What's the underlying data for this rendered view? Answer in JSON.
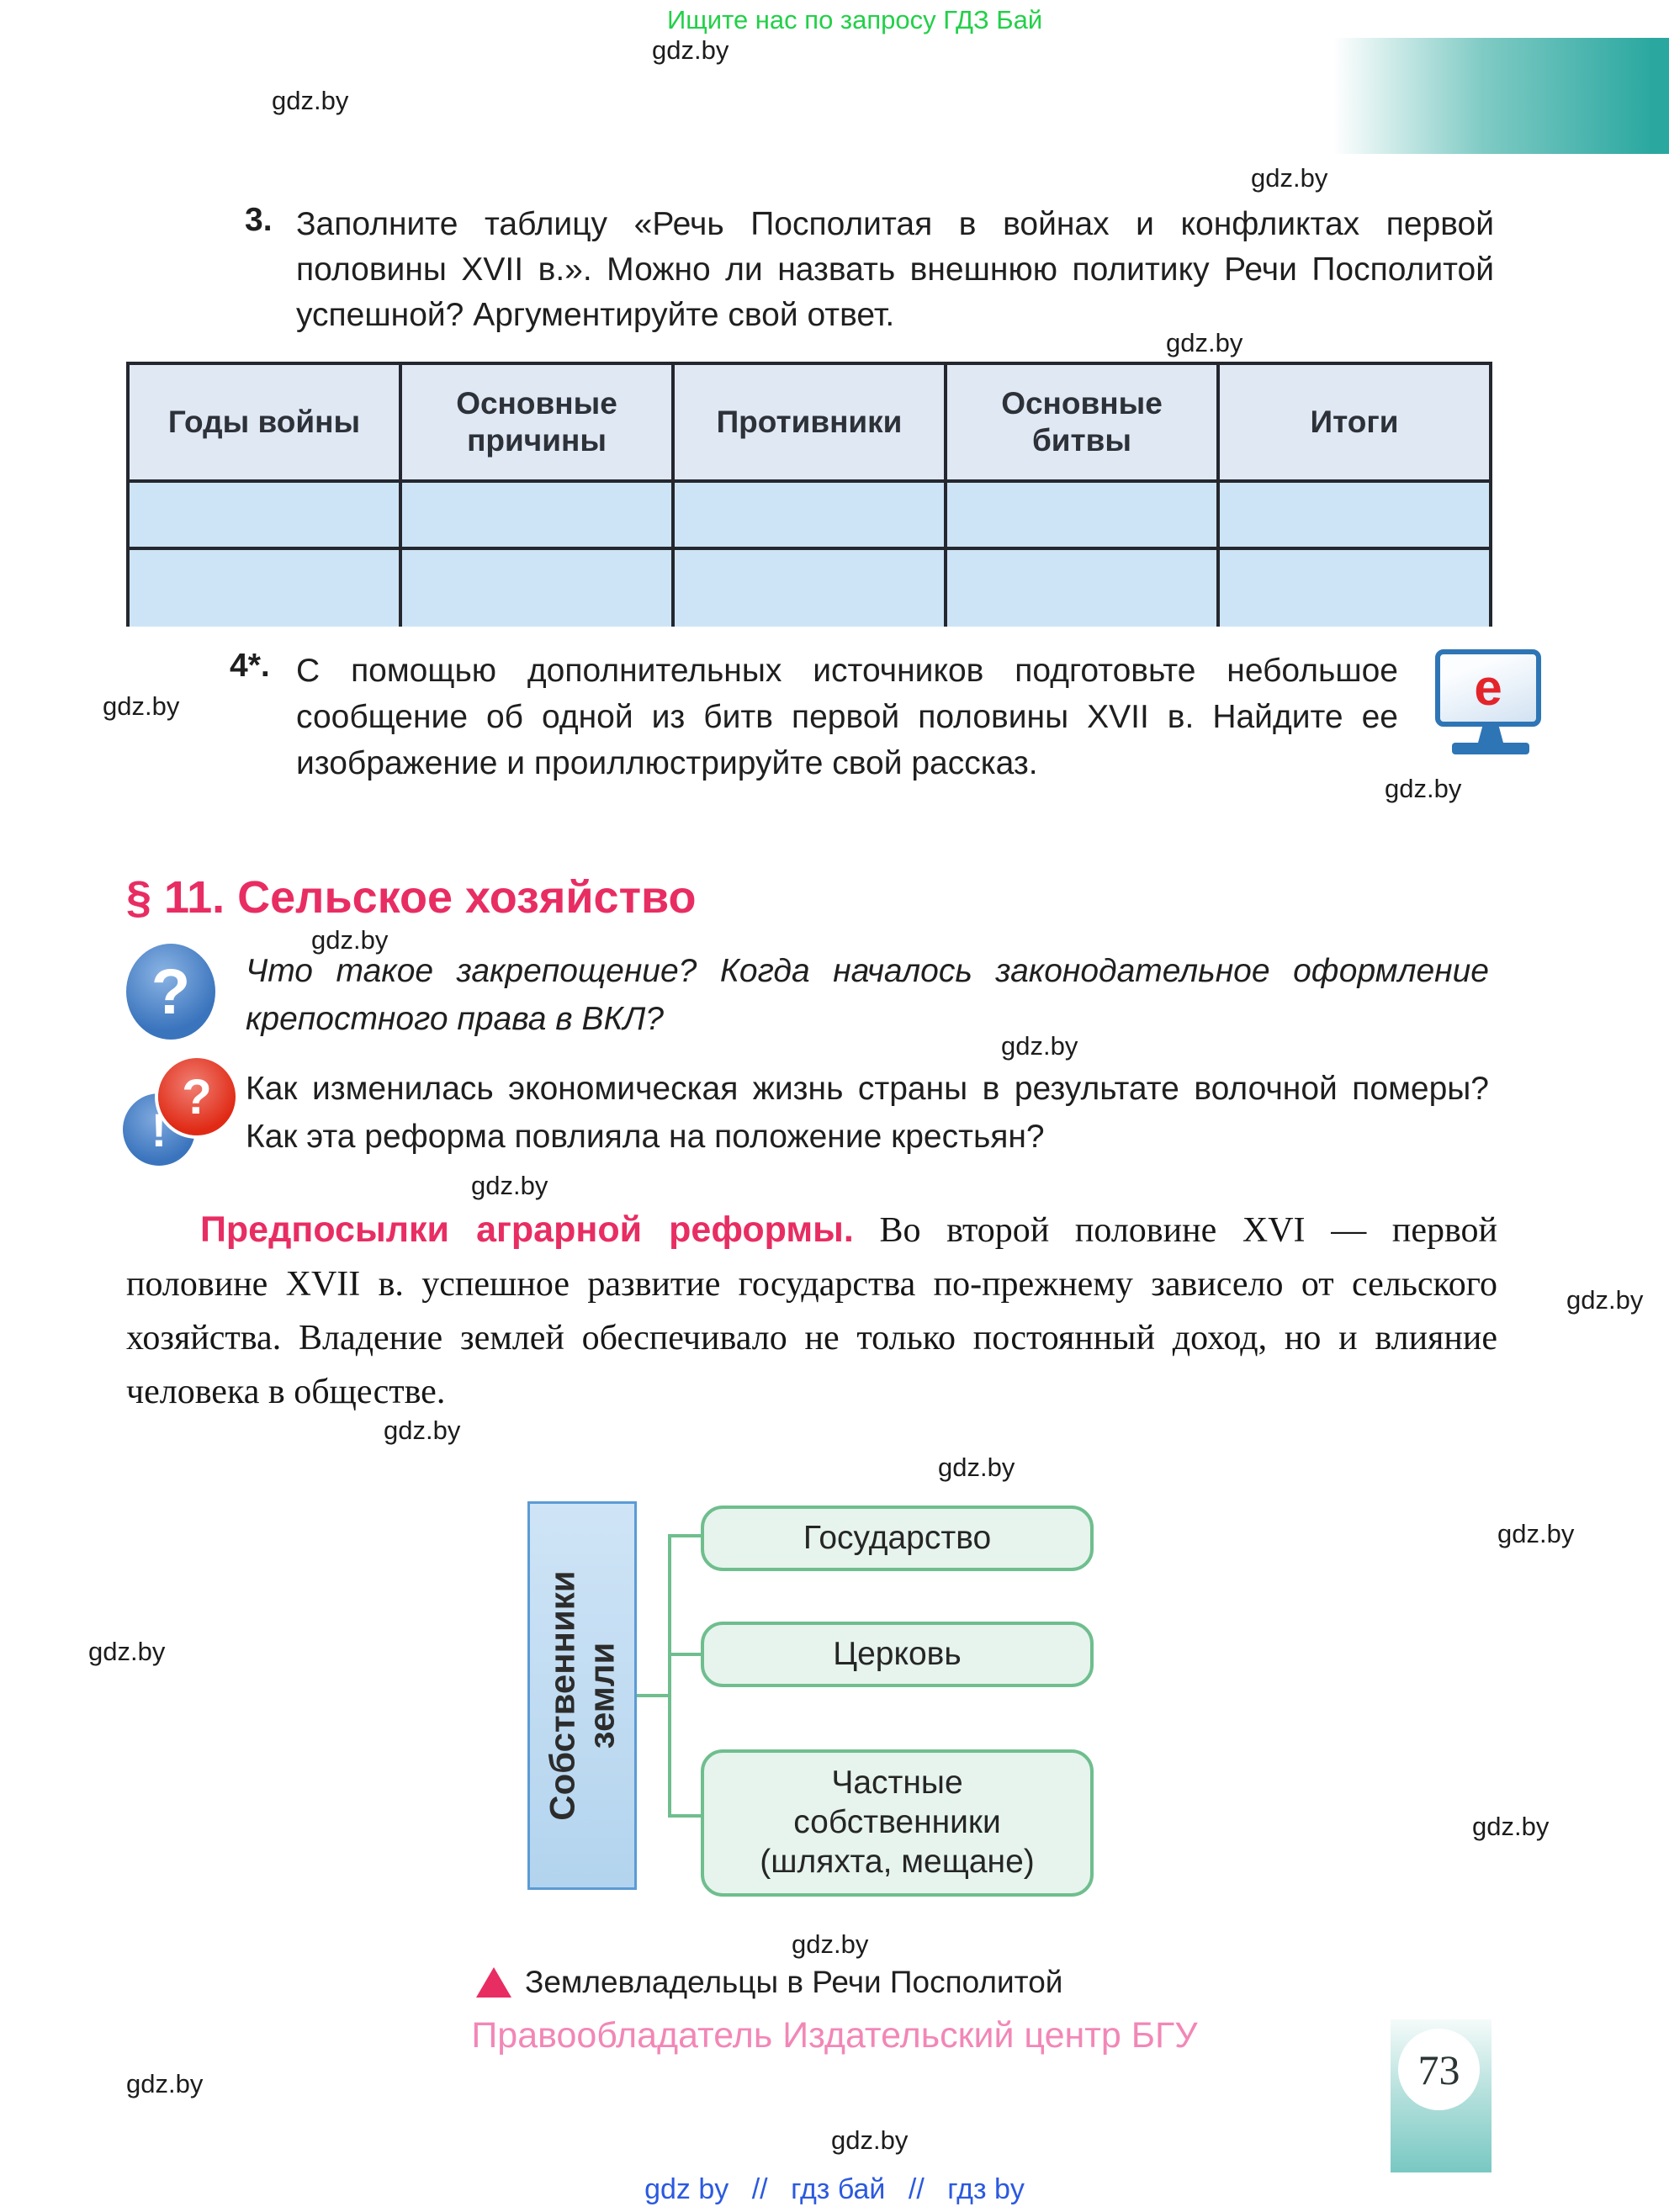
{
  "page": {
    "promo_text": "Ищите нас по запросу ГДЗ Бай",
    "watermark_label": "gdz.by",
    "copyright": "Правообладатель Издательский центр БГУ",
    "page_number": "73",
    "footer": {
      "link1": "gdz by",
      "separator1": "//",
      "link2": "гдз бай",
      "separator2": "//",
      "link3": "гдз by"
    }
  },
  "tasks": {
    "task3": {
      "number": "3.",
      "text": "Заполните таблицу «Речь Посполитая в войнах и конфликтах первой половины XVII в.». Можно ли назвать внешнюю политику Речи Посполитой успешной? Аргументируйте свой ответ."
    },
    "task4": {
      "number": "4*.",
      "text": "С помощью дополнительных источников подготовьте небольшое сообщение об одной из битв первой половины XVII в. Найдите ее изображение и проиллюстрируйте свой рассказ."
    }
  },
  "table": {
    "columns": [
      {
        "label": "Годы войны"
      },
      {
        "label": "Основные причины"
      },
      {
        "label": "Противники"
      },
      {
        "label": "Основные битвы"
      },
      {
        "label": "Итоги"
      }
    ]
  },
  "section": {
    "title": "§ 11. Сельское хозяйство"
  },
  "questions": {
    "q1": "Что такое закрепощение? Когда началось законодательное оформление крепостного права в ВКЛ?",
    "q2": "Как изменилась экономическая жизнь страны в результате волочной померы? Как эта реформа повлияла на положение крестьян?"
  },
  "paragraph": {
    "lead": "Предпосылки аграрной реформы.",
    "body": "Во второй половине XVI — первой половине XVII в. успешное развитие государства по-прежнему зависело от сельского хозяйства. Владение землей обеспечивало не только постоянный доход, но и влияние человека в обществе."
  },
  "diagram": {
    "axis_label": "Собственники земли",
    "items": [
      {
        "label": "Государство"
      },
      {
        "label": "Церковь"
      },
      {
        "label": "Частные собственники (шляхта, мещане)"
      }
    ],
    "caption": "Землевладельцы в Речи Посполитой"
  },
  "icons": {
    "e_monitor_letter": "e",
    "question_mark": "?",
    "exclamation_mark": "!"
  },
  "colors": {
    "accent_pink": "#e82d62",
    "copyright_pink": "#f287b7",
    "promo_green": "#22d048",
    "link_blue": "#2b59e0",
    "teal": "#2aa8a0",
    "table_border": "#24272e",
    "table_header_fill": "#e0e8f4",
    "table_row_fill": "#cde4f6",
    "diagram_green": "#6fbe8e",
    "diagram_blue_border": "#5b9bd5",
    "monitor_blue": "#2e75b6",
    "e_red": "#e3242b"
  }
}
